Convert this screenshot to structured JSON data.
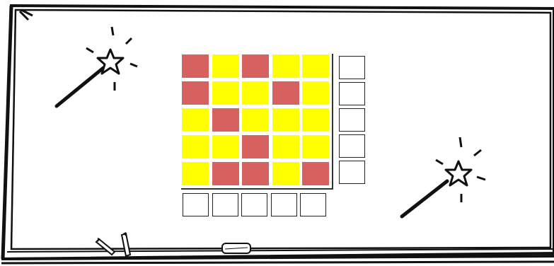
{
  "colors": {
    "red": "#d6615f",
    "yellow": "#ffff00",
    "board_line": "#111111"
  },
  "grid": {
    "rows": [
      [
        "red",
        "yellow",
        "red",
        "yellow",
        "yellow"
      ],
      [
        "red",
        "yellow",
        "yellow",
        "red",
        "yellow"
      ],
      [
        "yellow",
        "red",
        "yellow",
        "yellow",
        "yellow"
      ],
      [
        "yellow",
        "yellow",
        "red",
        "yellow",
        "yellow"
      ],
      [
        "yellow",
        "red",
        "red",
        "yellow",
        "red"
      ]
    ]
  },
  "row_answers": [
    "",
    "",
    "",
    "",
    ""
  ],
  "column_answers": [
    "",
    "",
    "",
    "",
    ""
  ],
  "icons": {
    "wand_left": "magic-wand-icon",
    "wand_right": "magic-wand-icon",
    "chalk": "chalk-pieces-icon",
    "eraser": "eraser-icon"
  }
}
